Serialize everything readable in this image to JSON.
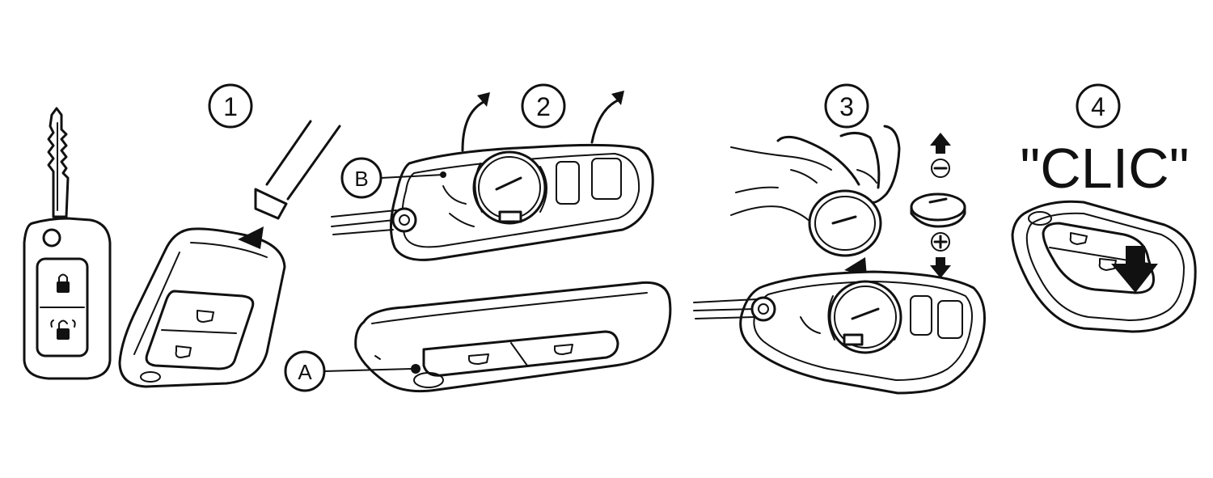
{
  "steps": [
    {
      "number": "1"
    },
    {
      "number": "2"
    },
    {
      "number": "3"
    },
    {
      "number": "4"
    }
  ],
  "callouts": {
    "a": "A",
    "b": "B"
  },
  "sound_text": "\"CLIC\"",
  "battery": {
    "negative_symbol": "−",
    "positive_symbol": "+"
  },
  "icons": [
    "key-fob-icon",
    "lock-button-icon",
    "unlock-button-icon",
    "screwdriver-icon",
    "coin-battery-icon",
    "hand-icon",
    "arrow-up-icon",
    "arrow-down-icon",
    "press-arrow-icon"
  ]
}
